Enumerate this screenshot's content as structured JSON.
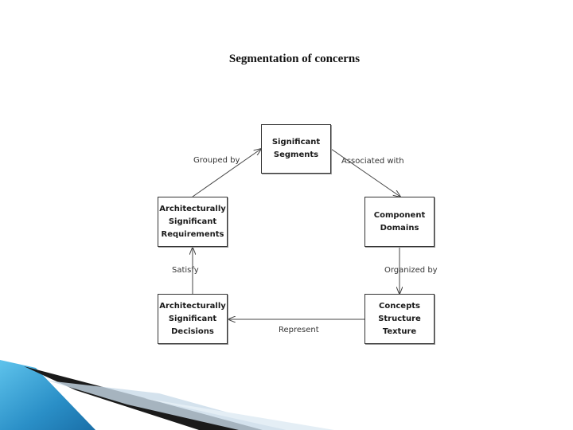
{
  "slide": {
    "title": "Segmentation of concerns"
  },
  "diagram": {
    "nodes": {
      "segments": {
        "lines": [
          "Significant",
          "Segments"
        ]
      },
      "domains": {
        "lines": [
          "Component",
          "Domains"
        ]
      },
      "concepts": {
        "lines": [
          "Concepts",
          "Structure",
          "Texture"
        ]
      },
      "decisions": {
        "lines": [
          "Architecturally",
          "Significant",
          "Decisions"
        ]
      },
      "requirements": {
        "lines": [
          "Architecturally",
          "Significant",
          "Requirements"
        ]
      }
    },
    "edges": {
      "associated_with": "Associated with",
      "organized_by": "Organized by",
      "represent": "Represent",
      "satisfy": "Satisfy",
      "grouped_by": "Grouped by"
    }
  },
  "colors": {
    "box_border": "#333333",
    "arrow": "#444444",
    "accent_blue": "#2a8fc7",
    "accent_dark": "#1a1a1a"
  }
}
